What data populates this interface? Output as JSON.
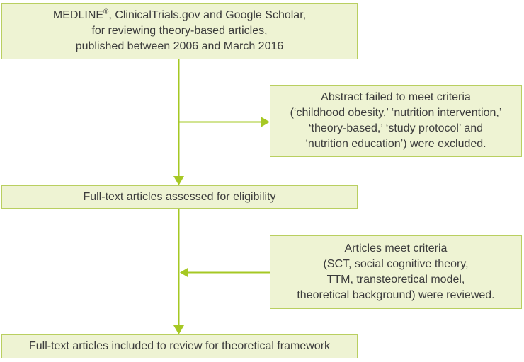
{
  "colors": {
    "box-fill": "#eef3d3",
    "box-border": "#b9cf60",
    "arrow": "#a6c824",
    "text": "#3c3c3c",
    "bg": "#ffffff"
  },
  "flowchart": {
    "sources_box": {
      "line1_name": "MEDLINE",
      "line1_reg": "®",
      "line1_rest": ", ClinicalTrials.gov and Google Scholar,",
      "line2": "for reviewing theory-based articles,",
      "line3": "published between 2006 and March 2016"
    },
    "excluded_box": {
      "line1": "Abstract failed to meet criteria",
      "line2": "(‘childhood obesity,’ ‘nutrition intervention,’",
      "line3": "‘theory-based,’ ‘study protocol’ and",
      "line4": "‘nutrition education’) were excluded."
    },
    "eligibility_box": {
      "line1": "Full-text articles assessed for eligibility"
    },
    "reviewed_box": {
      "line1": "Articles meet criteria",
      "line2": "(SCT, social cognitive theory,",
      "line3": "TTM, transteoretical model,",
      "line4": "theoretical background) were reviewed."
    },
    "included_box": {
      "line1": "Full-text articles included to review for theoretical framework"
    }
  }
}
